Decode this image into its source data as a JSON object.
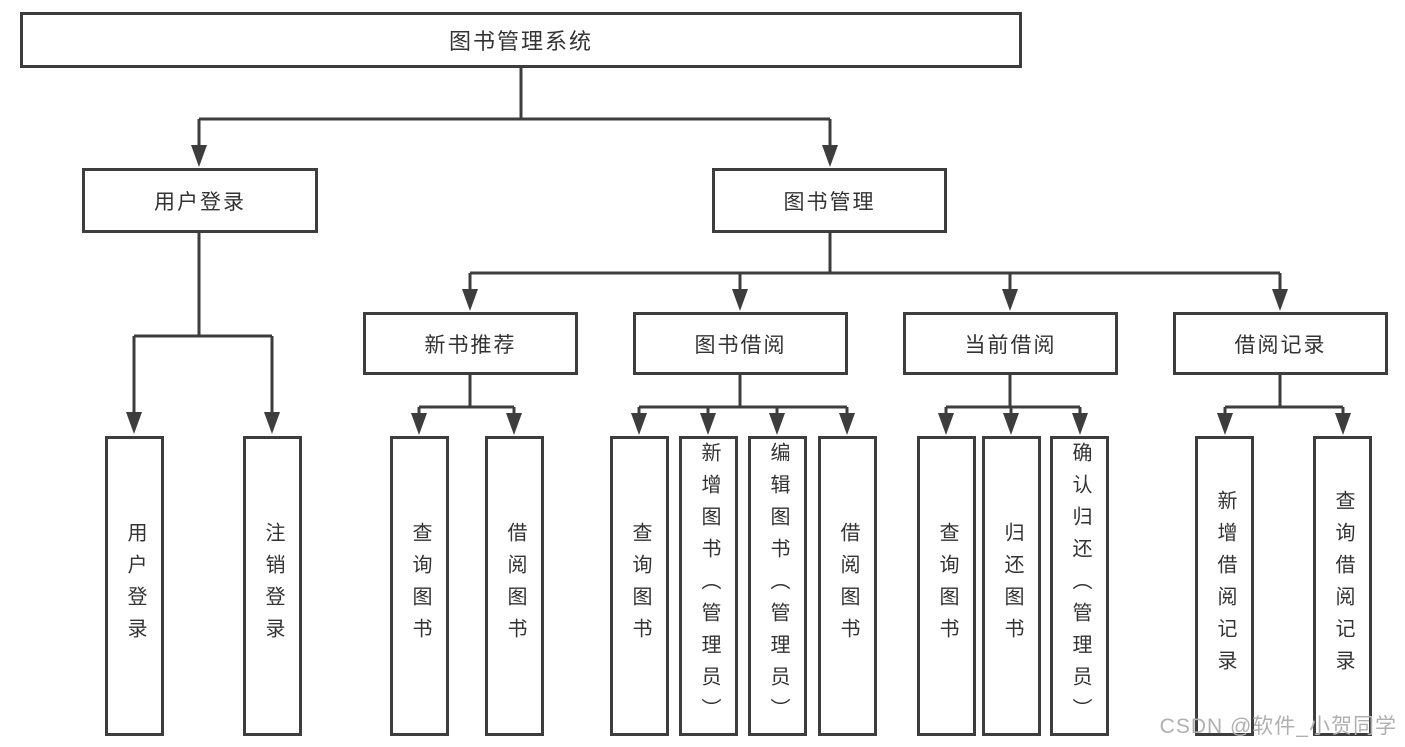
{
  "diagram": {
    "root": {
      "label": "图书管理系统"
    },
    "branches": [
      {
        "label": "用户登录",
        "children": [
          {
            "label": "用户登录"
          },
          {
            "label": "注销登录"
          }
        ]
      },
      {
        "label": "图书管理",
        "children": [
          {
            "label": "新书推荐",
            "children": [
              {
                "label": "查询图书"
              },
              {
                "label": "借阅图书"
              }
            ]
          },
          {
            "label": "图书借阅",
            "children": [
              {
                "label": "查询图书"
              },
              {
                "label": "新增图书（管理员）"
              },
              {
                "label": "编辑图书（管理员）"
              },
              {
                "label": "借阅图书"
              }
            ]
          },
          {
            "label": "当前借阅",
            "children": [
              {
                "label": "查询图书"
              },
              {
                "label": "归还图书"
              },
              {
                "label": "确认归还（管理员）"
              }
            ]
          },
          {
            "label": "借阅记录",
            "children": [
              {
                "label": "新增借阅记录"
              },
              {
                "label": "查询借阅记录"
              }
            ]
          }
        ]
      }
    ],
    "watermark": "CSDN @软件_小贺同学",
    "colors": {
      "line": "#3d3d3d",
      "box_border": "#3d3d3d",
      "text": "#333333",
      "watermark": "#b0b0b0",
      "background": "#ffffff"
    }
  }
}
